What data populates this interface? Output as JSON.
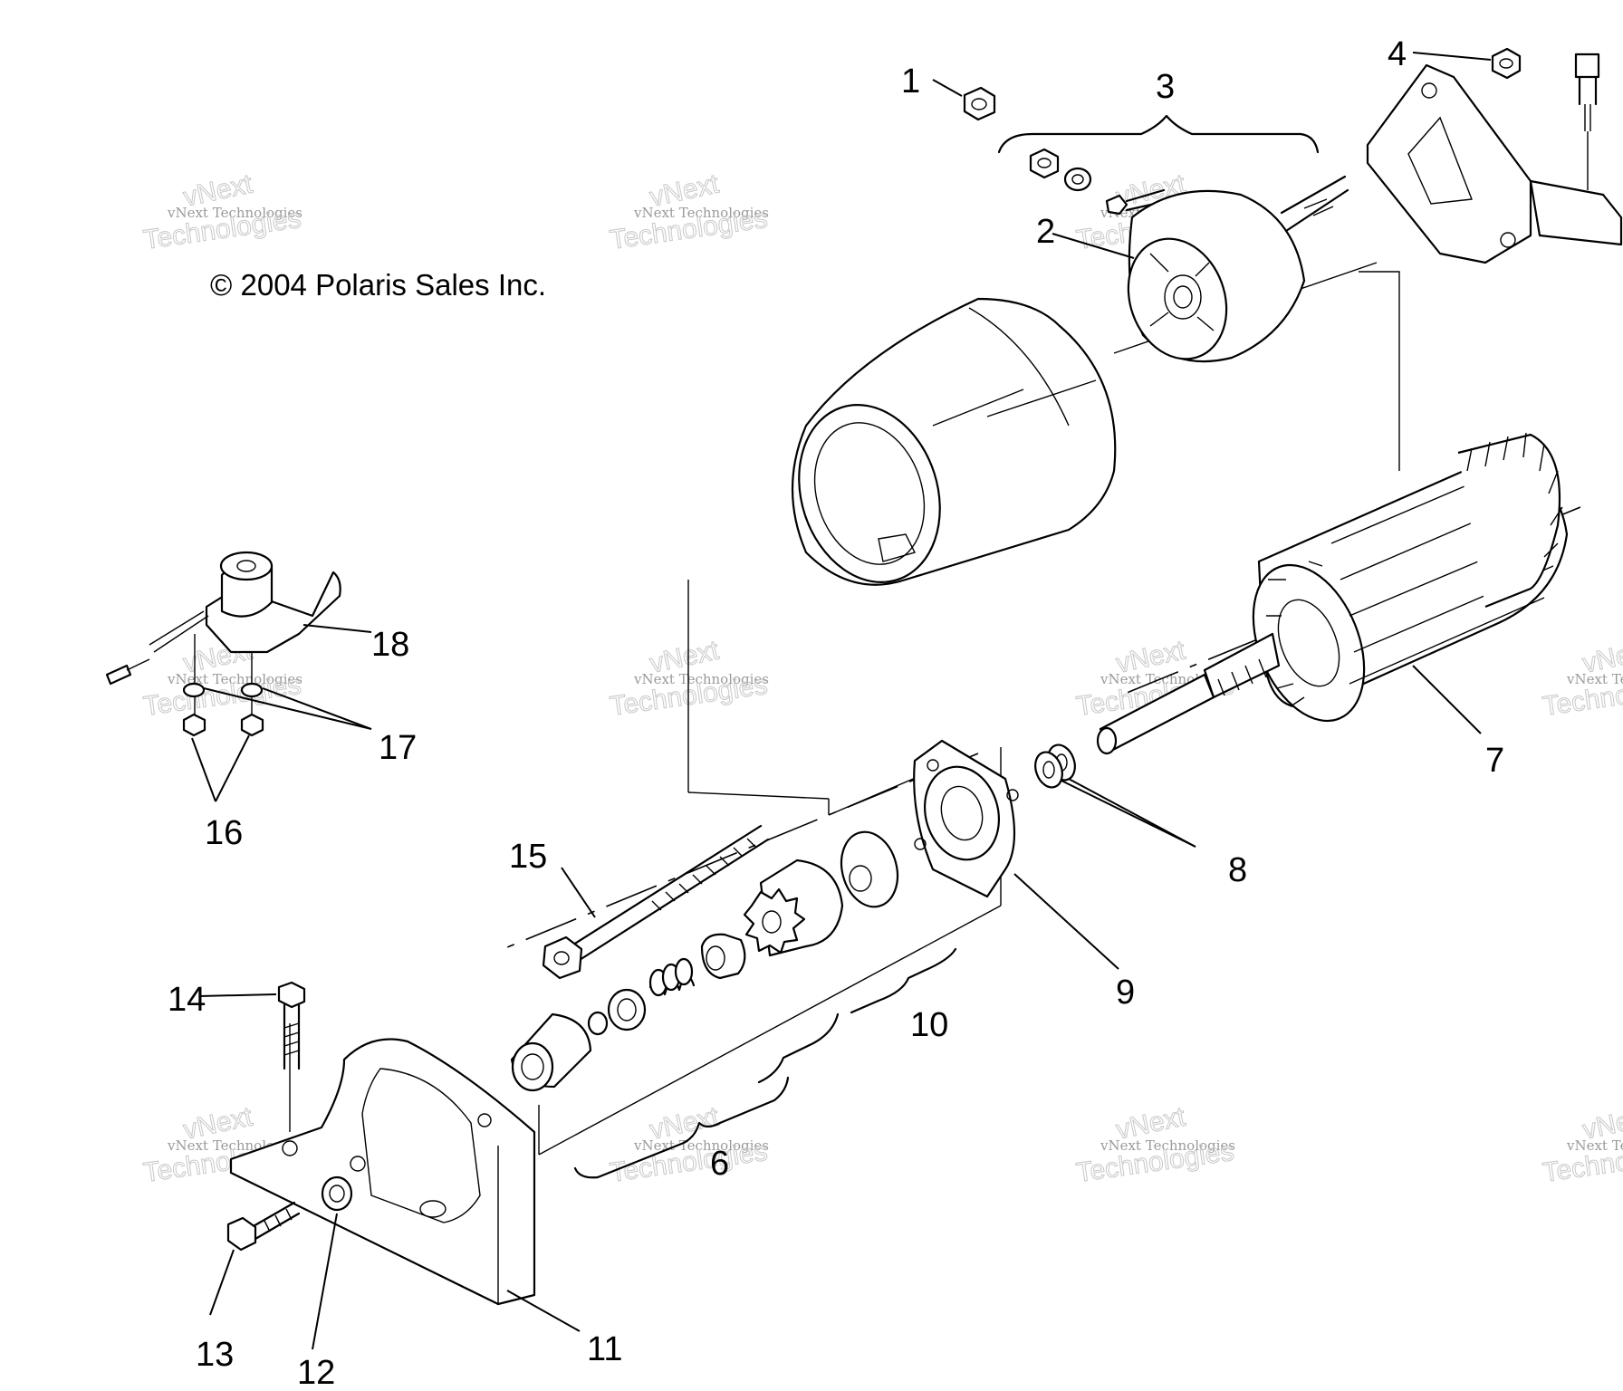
{
  "copyright": "© 2004 Polaris Sales Inc.",
  "watermark": {
    "small": "vNext Technologies",
    "big_line1": "vNext",
    "big_line2": "Technologies"
  },
  "callouts": [
    "1",
    "2",
    "3",
    "4",
    "6",
    "7",
    "8",
    "9",
    "10",
    "11",
    "12",
    "13",
    "14",
    "15",
    "16",
    "17",
    "18"
  ]
}
